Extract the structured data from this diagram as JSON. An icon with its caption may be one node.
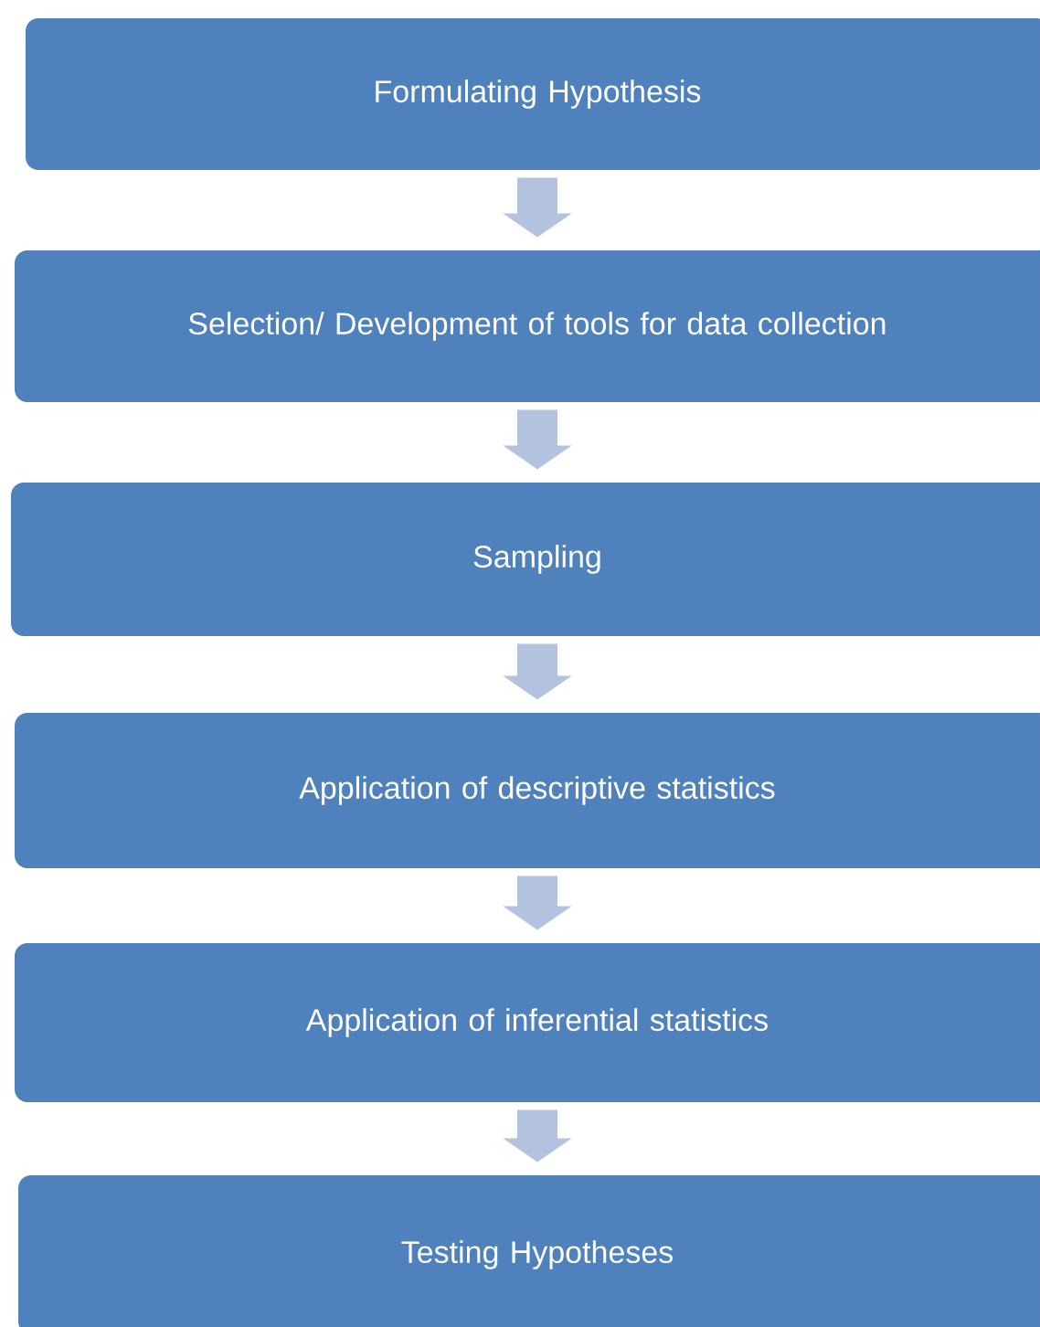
{
  "diagram": {
    "nodes": [
      {
        "text": [
          "Formulating Hypothesis"
        ]
      },
      {
        "text": [
          "Selection/ Development of tools for data collection"
        ]
      },
      {
        "text": [
          "Sampling"
        ]
      },
      {
        "text": [
          "Application of descriptive statistics"
        ]
      },
      {
        "text": [
          "Application of inferential statistics"
        ]
      },
      {
        "text": [
          "Testing Hypotheses"
        ]
      }
    ],
    "edges": [
      {
        "from": 0,
        "to": 1,
        "arrow": "to"
      },
      {
        "from": 1,
        "to": 2,
        "arrow": "to"
      },
      {
        "from": 2,
        "to": 3,
        "arrow": "to"
      },
      {
        "from": 3,
        "to": 4,
        "arrow": "to"
      },
      {
        "from": 4,
        "to": 5,
        "arrow": "to"
      }
    ]
  }
}
